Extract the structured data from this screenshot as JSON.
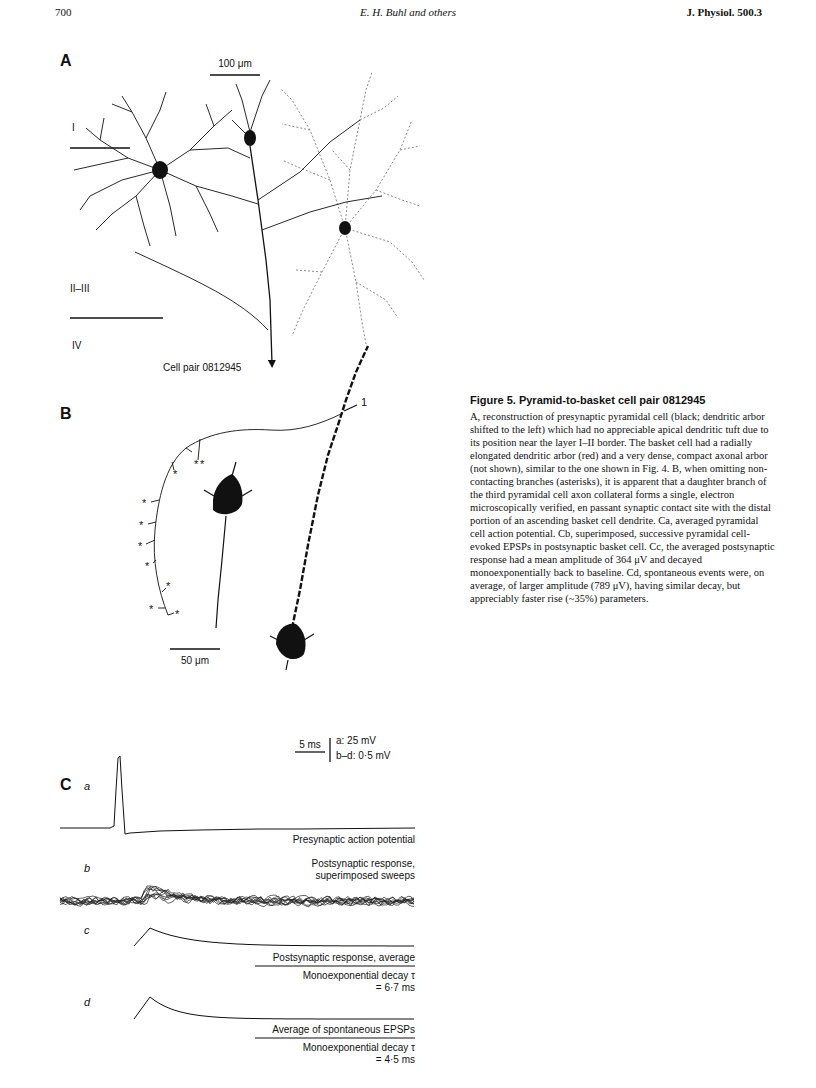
{
  "diagram": {
    "title": "Figure 5. Pyramid-to-basket cell pair 0812945",
    "caption": "A, reconstruction of presynaptic pyramidal cell (black; dendritic arbor shifted to the left) which had no appreciable apical dendritic tuft due to its position near the layer I–II border. The basket cell had a radially elongated dendritic arbor (red) and a very dense, compact axonal arbor (not shown), similar to the one shown in Fig. 4. B, when omitting non-contacting branches (asterisks), it is apparent that a daughter branch of the third pyramidal cell axon collateral forms a single, electron microscopically verified, en passant synaptic contact site with the distal portion of an ascending basket cell dendrite. Ca, averaged pyramidal cell action potential. Cb, superimposed, successive pyramidal cell-evoked EPSPs in postsynaptic basket cell. Cc, the averaged postsynaptic response had a mean amplitude of 364 μV and decayed monoexponentially back to baseline. Cd, spontaneous events were, on average, of larger amplitude (789 μV), having similar decay, but appreciably faster rise (~35%) parameters.",
    "labels": [
      "700",
      "E. H. Buhl and others",
      "J. Physiol. 500.3",
      "A",
      "100 μm",
      "I",
      "II–III",
      "IV",
      "Cell pair 0812945",
      "B",
      "1",
      "50 μm",
      "5 ms",
      "a: 25 mV",
      "b–d: 0·5 mV",
      "C",
      "a",
      "Presynaptic action potential",
      "b",
      "Postsynaptic response, superimposed sweeps",
      "c",
      "Postsynaptic response, average",
      "Monoexponential decay τ = 6·7 ms",
      "d",
      "Average of spontaneous EPSPs",
      "Monoexponential decay τ = 4·5 ms",
      "*",
      "*",
      "*",
      "*",
      "*",
      "*",
      "*",
      "*",
      "*",
      "*"
    ]
  }
}
